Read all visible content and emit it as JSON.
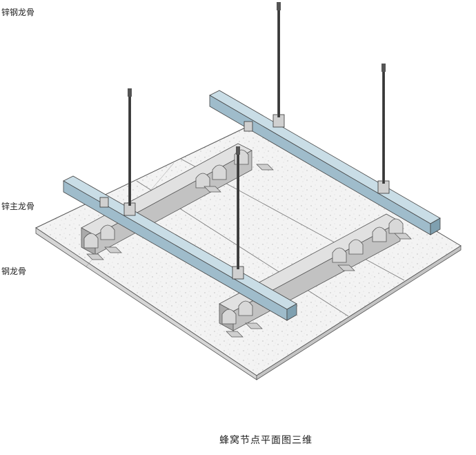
{
  "labels": {
    "top": "锌钢龙骨",
    "middle": "锌主龙骨",
    "bottom": "钢龙骨"
  },
  "caption": "蜂窝节点平面图三维",
  "colors": {
    "panel": "#f1f1f1",
    "panel_speckle": "#c8c8c8",
    "channel": "#d4d4d4",
    "channel_dark": "#9a9a9a",
    "beam_top": "#c9dde6",
    "beam_side": "#9fbccb",
    "rod": "#3a3a3a"
  }
}
